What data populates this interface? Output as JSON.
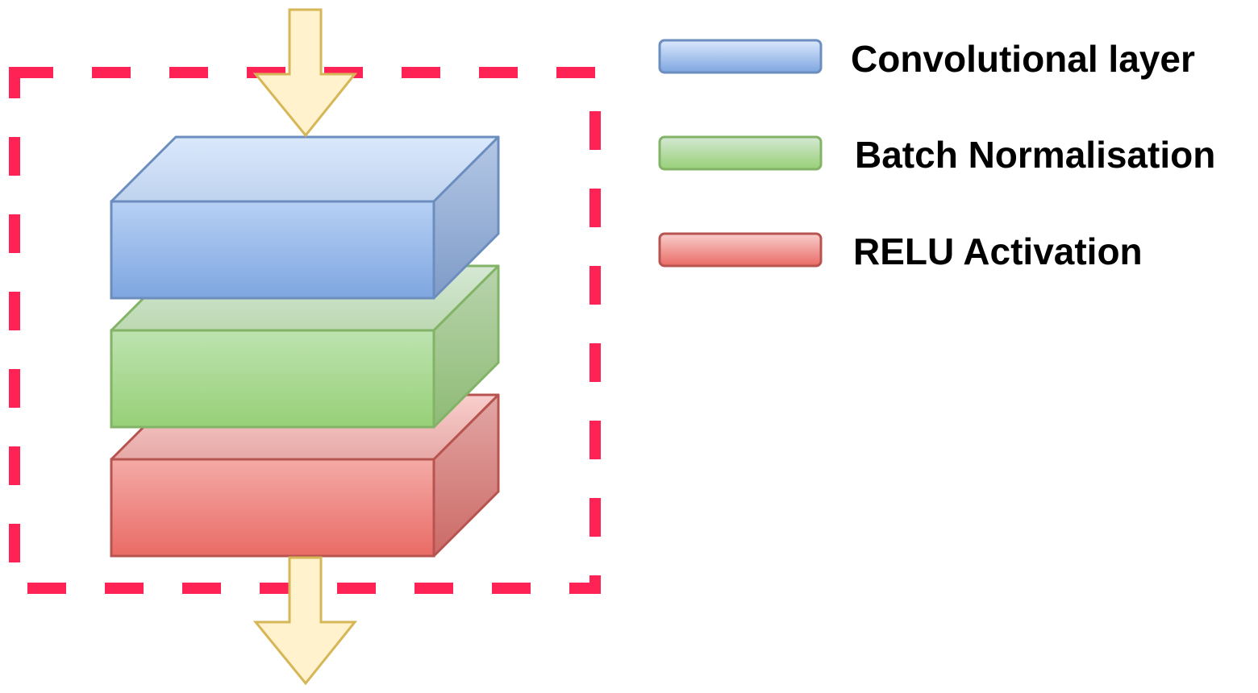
{
  "colors": {
    "conv": {
      "top": "#dae8fc",
      "bottom": "#7ea6e0",
      "stroke": "#6c8ebf"
    },
    "bn": {
      "top": "#d5e8d4",
      "bottom": "#97d077",
      "stroke": "#82b366"
    },
    "relu": {
      "top": "#f8cecc",
      "bottom": "#ea6b66",
      "stroke": "#b85450"
    },
    "arrow": {
      "fill": "#fff2cc",
      "stroke": "#d6b656"
    },
    "block_border": "#ff2255"
  },
  "legend": {
    "items": [
      {
        "id": "conv",
        "label": "Convolutional layer"
      },
      {
        "id": "bn",
        "label": "Batch Normalisation"
      },
      {
        "id": "relu",
        "label": "RELU Activation"
      }
    ]
  },
  "stack": {
    "layers_bottom_to_top": [
      "relu",
      "bn",
      "conv"
    ],
    "icons": [
      "input-arrow-icon",
      "output-arrow-icon"
    ]
  }
}
